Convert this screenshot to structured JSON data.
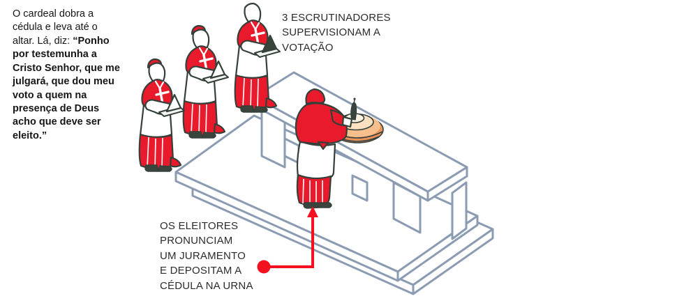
{
  "intro": {
    "regular": "O cardeal dobra a cédula e leva até o altar. Lá, diz: ",
    "bold_quote": "“Ponho por testemunha a Cristo Senhor, que me julgará, que dou meu voto a quem na presença de Deus acho que deve ser eleito.”"
  },
  "labels": {
    "scrutineers": "3 ESCRUTINADORES\nSUPERVISIONAM A\nVOTAÇÃO",
    "voters": "OS ELEITORES\nPRONUNCIAM\nUM JURAMENTO\nE DEPOSITAM A\nCÉDULA NA URNA"
  },
  "scene": {
    "figures": [
      "cardinal-in-queue-1",
      "cardinal-in-queue-2",
      "cardinal-in-queue-3",
      "cardinal-at-altar"
    ],
    "objects": [
      "platform-steps",
      "altar-table",
      "urn",
      "folded-ballot"
    ]
  },
  "palette": {
    "cardinal_red": "#e81a2c",
    "callout_red": "#f3101f",
    "figure_outline": "#35403a",
    "furniture_line": "#8b9bb1",
    "urn_outer": "#e8935a",
    "urn_mid": "#f6bf8d",
    "urn_inner": "#fbe1bf",
    "urn_top": "#fdf2e0",
    "text_dark": "#161616",
    "label_dark": "#2b2b2b",
    "shoe_dark": "#39443c"
  }
}
